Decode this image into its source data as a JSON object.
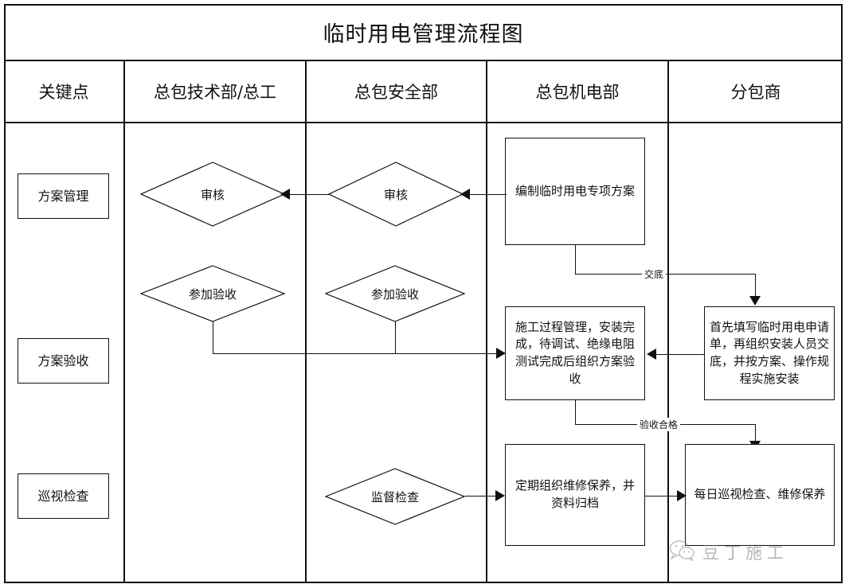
{
  "chart_data": {
    "type": "diagram",
    "title": "临时用电管理流程图",
    "swimlanes": [
      "关键点",
      "总包技术部/总工",
      "总包安全部",
      "总包机电部",
      "分包商"
    ],
    "phases": [
      "方案管理",
      "方案验收",
      "巡视检查"
    ],
    "nodes": [
      {
        "id": "n1",
        "lane": "总包机电部",
        "phase": "方案管理",
        "shape": "process",
        "text": "编制临时用电专项方案"
      },
      {
        "id": "n2",
        "lane": "总包安全部",
        "phase": "方案管理",
        "shape": "decision",
        "text": "审核"
      },
      {
        "id": "n3",
        "lane": "总包技术部/总工",
        "phase": "方案管理",
        "shape": "decision",
        "text": "审核"
      },
      {
        "id": "n4",
        "lane": "分包商",
        "phase": "方案验收",
        "shape": "process",
        "text": "首先填写临时用电申请单，再组织安装人员交底，并按方案、操作规程实施安装"
      },
      {
        "id": "n5",
        "lane": "总包机电部",
        "phase": "方案验收",
        "shape": "process",
        "text": "施工过程管理，安装完成，待调试、绝缘电阻测试完成后组织方案验收"
      },
      {
        "id": "n6",
        "lane": "总包安全部",
        "phase": "方案验收",
        "shape": "decision",
        "text": "参加验收"
      },
      {
        "id": "n7",
        "lane": "总包技术部/总工",
        "phase": "方案验收",
        "shape": "decision",
        "text": "参加验收"
      },
      {
        "id": "n8",
        "lane": "总包安全部",
        "phase": "巡视检查",
        "shape": "decision",
        "text": "监督检查"
      },
      {
        "id": "n9",
        "lane": "总包机电部",
        "phase": "巡视检查",
        "shape": "process",
        "text": "定期组织维修保养，并资料归档"
      },
      {
        "id": "n10",
        "lane": "分包商",
        "phase": "巡视检查",
        "shape": "process",
        "text": "每日巡视检查、维修保养"
      }
    ],
    "edges": [
      {
        "from": "n1",
        "to": "n2",
        "label": "",
        "direction": "left"
      },
      {
        "from": "n2",
        "to": "n3",
        "label": "",
        "direction": "left"
      },
      {
        "from": "n1",
        "to": "n4",
        "label": "交底",
        "direction": "down-right"
      },
      {
        "from": "n4",
        "to": "n5",
        "label": "",
        "direction": "left"
      },
      {
        "from": "n7",
        "to": "n5",
        "label": "",
        "direction": "right"
      },
      {
        "from": "n6",
        "to": "n5",
        "label": "",
        "direction": "right"
      },
      {
        "from": "n5",
        "to": "n10",
        "label": "验收合格",
        "direction": "down-right"
      },
      {
        "from": "n8",
        "to": "n9",
        "label": "",
        "direction": "right"
      },
      {
        "from": "n9",
        "to": "n10",
        "label": "",
        "direction": "right"
      }
    ]
  },
  "header": {
    "title": "临时用电管理流程图"
  },
  "columns": [
    {
      "label": "关键点"
    },
    {
      "label": "总包技术部/总工"
    },
    {
      "label": "总包安全部"
    },
    {
      "label": "总包机电部"
    },
    {
      "label": "分包商"
    }
  ],
  "keypoints": [
    {
      "label": "方案管理"
    },
    {
      "label": "方案验收"
    },
    {
      "label": "巡视检查"
    }
  ],
  "nodes": {
    "plan_draft": "编制临时用电专项方案",
    "review_safety": "审核",
    "review_tech": "审核",
    "sub_install": "首先填写临时用电申请单，再组织安装人员交底，并按方案、操作规程实施安装",
    "construction_mgmt": "施工过程管理，安装完成，待调试、绝缘电阻测试完成后组织方案验收",
    "join_accept_safety": "参加验收",
    "join_accept_tech": "参加验收",
    "supervise_check": "监督检查",
    "maintenance_file": "定期组织维修保养，并资料归档",
    "daily_patrol": "每日巡视检查、维修保养"
  },
  "edge_labels": {
    "disclosure": "交底",
    "accept_pass": "验收合格"
  },
  "watermark": {
    "text": "豆丁施工",
    "icon": "wechat-icon"
  },
  "colors": {
    "line": "#111111",
    "background": "#ffffff",
    "watermark": "#7a7a7a"
  }
}
